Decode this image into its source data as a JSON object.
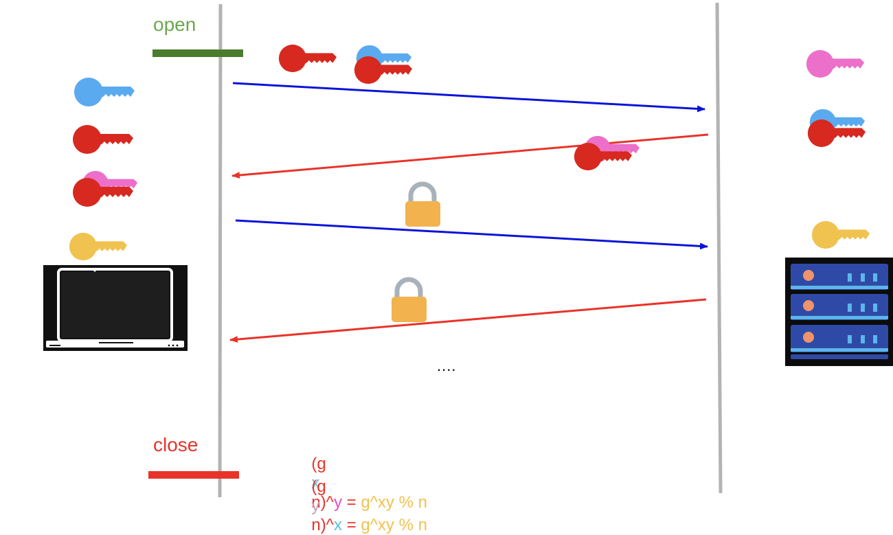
{
  "labels": {
    "open": "open",
    "close": "close",
    "ellipsis": "....",
    "open_color": "#6aa84f",
    "close_color": "#e8332a"
  },
  "formulas": [
    {
      "open_paren": "(g ",
      "exp": "x",
      "exp_color": "#5bc0de",
      "close_part": "n)^",
      "outer": "y",
      "outer_color": "#e04fd0",
      "equals": " = ",
      "result": "g^xy % n"
    },
    {
      "open_paren": "(g ",
      "exp": "y",
      "exp_color": "#c8a0b8",
      "close_part": "n)^",
      "outer": "x",
      "outer_color": "#5bc0de",
      "equals": " = ",
      "result": "g^xy % n"
    }
  ],
  "colors": {
    "key_blue": "#5aaaf0",
    "key_red": "#d7291f",
    "key_pink": "#ec6fc9",
    "key_yellow": "#f0c24f",
    "lock_body": "#f2b24d",
    "lock_shackle": "#a9b1b9",
    "arrow_blue": "#0a14d8",
    "arrow_red": "#e8332a",
    "timeline": "#b3b3b3",
    "open_bar": "#4a7c2c",
    "close_bar": "#e8332a",
    "formula_red": "#e8332a",
    "formula_yellow": "#f2c14e"
  },
  "icons": [
    "laptop-icon",
    "server-icon",
    "key-icon",
    "padlock-icon"
  ]
}
